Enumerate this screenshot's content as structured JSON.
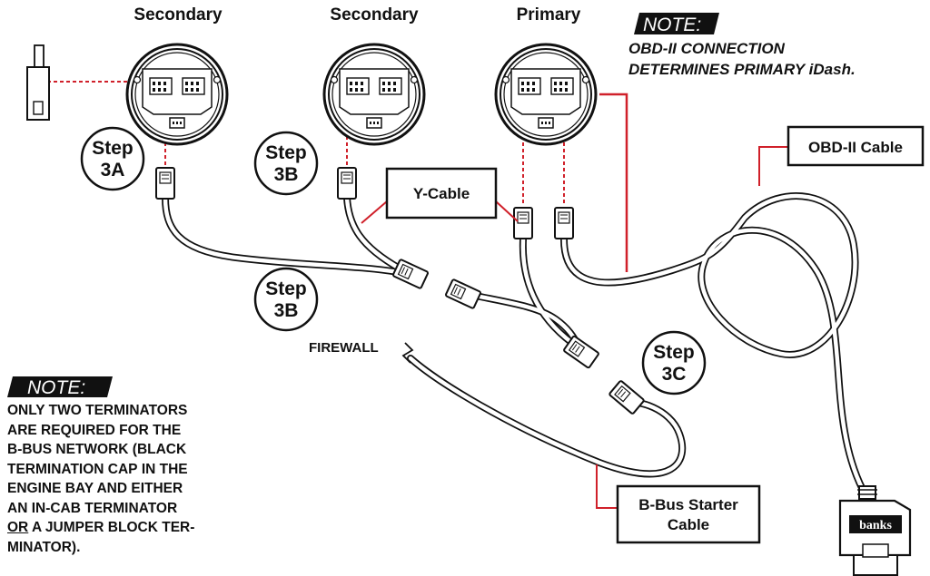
{
  "gauges": {
    "left_label": "Secondary",
    "middle_label": "Secondary",
    "right_label": "Primary"
  },
  "steps": {
    "step_3a": [
      "Step",
      "3A"
    ],
    "step_3b_top": [
      "Step",
      "3B"
    ],
    "step_3b_mid": [
      "Step",
      "3B"
    ],
    "step_3c": [
      "Step",
      "3C"
    ]
  },
  "callouts": {
    "y_cable": "Y-Cable",
    "obd_cable": "OBD-II Cable",
    "bbus_line1": "B-Bus Starter",
    "bbus_line2": "Cable",
    "firewall": "FIREWALL",
    "brand_mark": "banks"
  },
  "top_note": {
    "banner": "NOTE:",
    "line1": "OBD-II CONNECTION",
    "line2": "DETERMINES PRIMARY iDash."
  },
  "bottom_note": {
    "banner": "NOTE:",
    "l1": "ONLY TWO TERMINATORS",
    "l2": "ARE REQUIRED FOR THE",
    "l3a": "B-BUS NETWORK (",
    "l3b": "BLACK",
    "l4a": "TERMINATION CAP",
    "l4b": " IN THE",
    "l5": "ENGINE BAY AND EITHER",
    "l6a": "AN ",
    "l6b": "IN-CAB TERMINATOR",
    "l7a": "OR",
    "l7b": " A ",
    "l7c": "JUMPER BLOCK TER-",
    "l8a": "MINATOR",
    "l8b": ")."
  },
  "colors": {
    "callout_red": "#d0202a",
    "line_black": "#111111"
  }
}
